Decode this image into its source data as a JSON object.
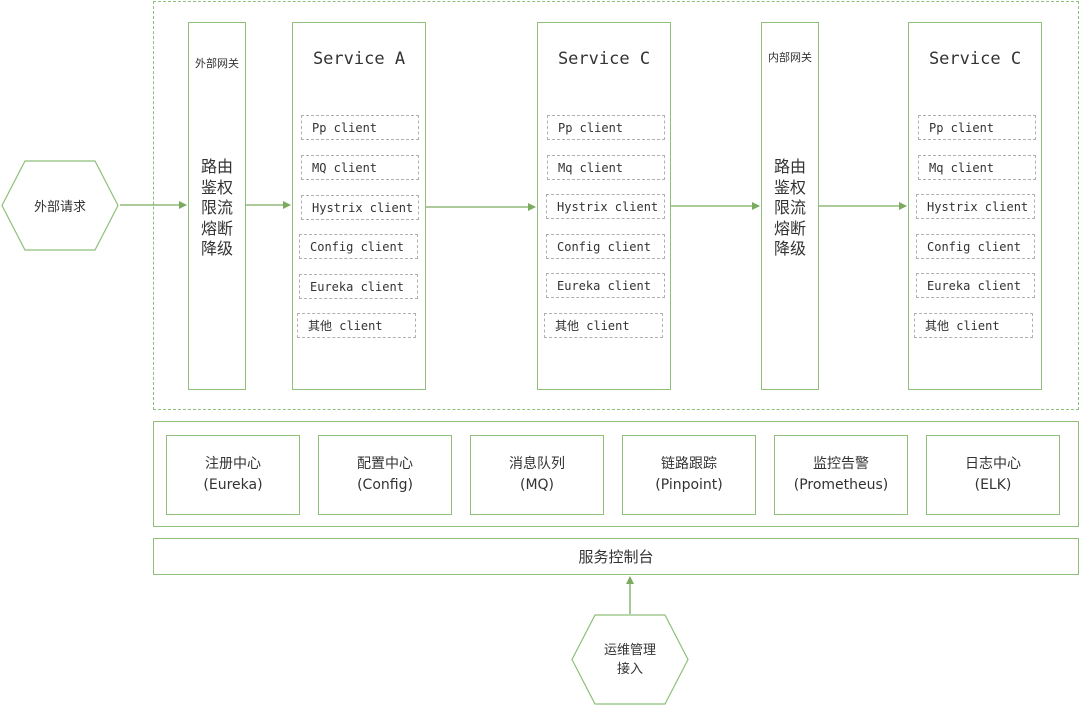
{
  "external_request": "外部请求",
  "external_gateway": {
    "label": "外部网关",
    "functions": [
      "路由",
      "鉴权",
      "限流",
      "熔断",
      "降级"
    ]
  },
  "internal_gateway": {
    "label": "内部网关",
    "functions": [
      "路由",
      "鉴权",
      "限流",
      "熔断",
      "降级"
    ]
  },
  "services": [
    {
      "title": "Service A",
      "clients": [
        "Pp client",
        "MQ client",
        "Hystrix client",
        "Config client",
        "Eureka client",
        "其他 client"
      ]
    },
    {
      "title": "Service C",
      "clients": [
        "Pp client",
        "Mq client",
        "Hystrix client",
        "Config client",
        "Eureka client",
        "其他 client"
      ]
    },
    {
      "title": "Service C",
      "clients": [
        "Pp client",
        "Mq client",
        "Hystrix client",
        "Config client",
        "Eureka client",
        "其他 client"
      ]
    }
  ],
  "components": [
    {
      "name": "注册中心",
      "sub": "(Eureka)"
    },
    {
      "name": "配置中心",
      "sub": "(Config)"
    },
    {
      "name": "消息队列",
      "sub": "(MQ)"
    },
    {
      "name": "链路跟踪",
      "sub": "(Pinpoint)"
    },
    {
      "name": "监控告警",
      "sub": "(Prometheus)"
    },
    {
      "name": "日志中心",
      "sub": "(ELK)"
    }
  ],
  "console": "服务控制台",
  "ops_access": {
    "line1": "运维管理",
    "line2": "接入"
  },
  "colors": {
    "accent": "#8fbf7a",
    "arrow": "#7aab5e",
    "client_border": "#b0b0b0"
  }
}
